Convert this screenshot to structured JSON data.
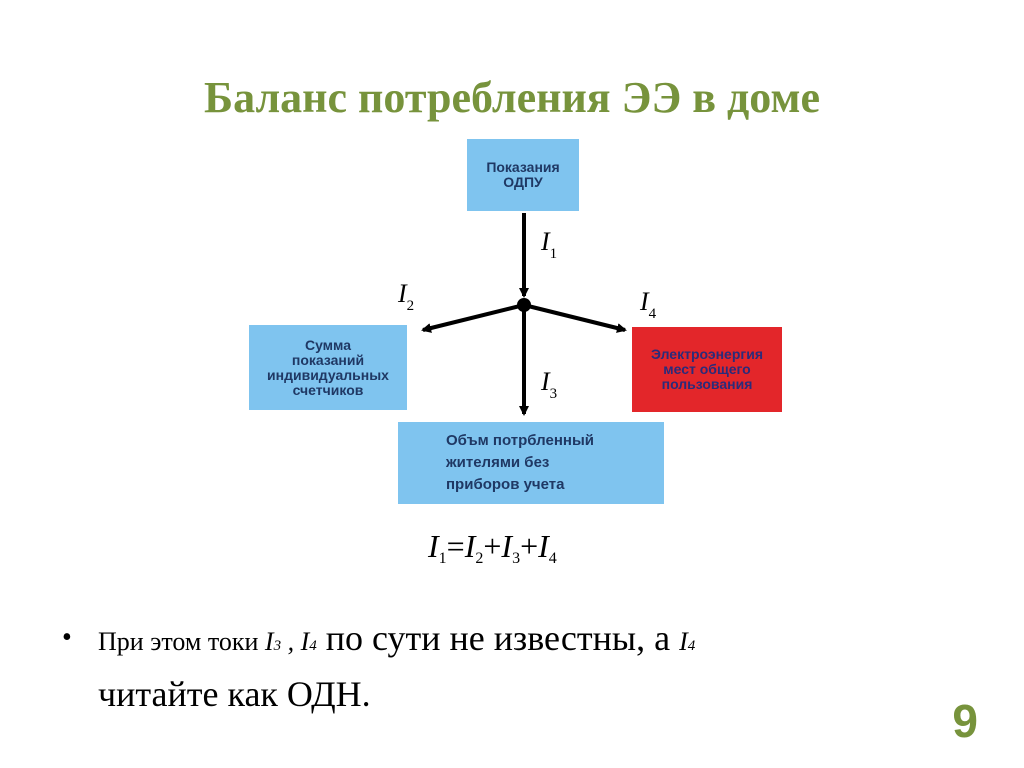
{
  "title": "Баланс потребления ЭЭ в доме",
  "boxes": {
    "odpu": "Показания\nОДПУ",
    "individual": "Сумма\nпоказаний\nиндивидуальных\nсчетчиков",
    "common": "Электроэнергия\nмест общего\nпользования",
    "no_meter": "Объм потрбленный\nжителями без\nприборов учета"
  },
  "currents": {
    "symbol": "I",
    "i1": "1",
    "i2": "2",
    "i3": "3",
    "i4": "4"
  },
  "equation": {
    "symbol": "I",
    "s1": "1",
    "eq": "=",
    "s2": "2",
    "plus1": "+",
    "s3": "3",
    "plus2": "+",
    "s4": "4"
  },
  "bullet": {
    "marker": "•",
    "part1": "При этом токи ",
    "sym": "I",
    "s3": "3",
    "sep": " , ",
    "s4": "4",
    "part2": " по сути не известны, а ",
    "s4b": "4",
    "part3": "читайте как ОДН."
  },
  "page_number": "9",
  "colors": {
    "title": "#77933c",
    "box_blue": "#7fc4ef",
    "box_red": "#e3262a",
    "page_number": "#77933c"
  }
}
